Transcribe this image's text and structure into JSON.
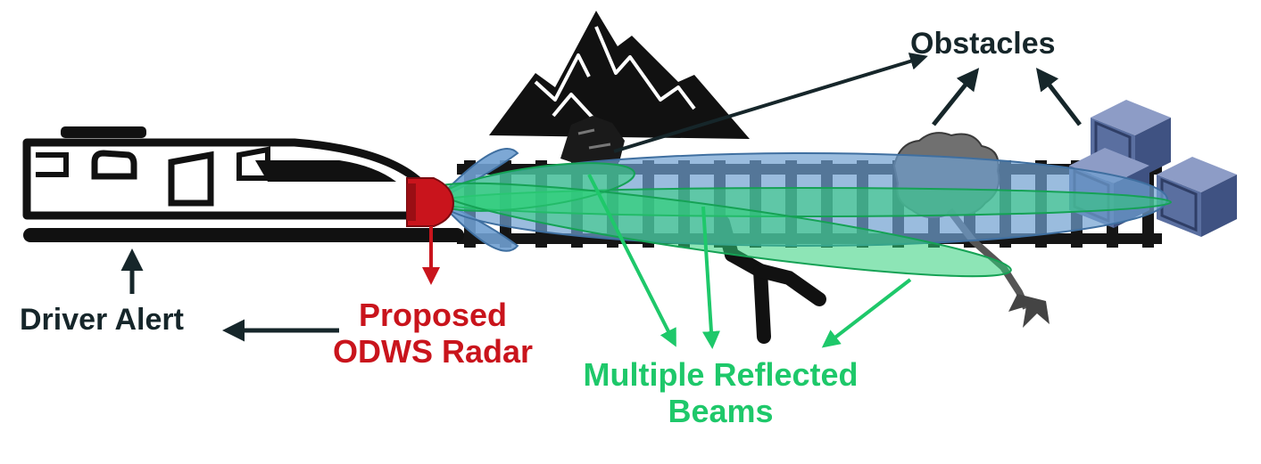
{
  "labels": {
    "obstacles": "Obstacles",
    "driver_alert": "Driver Alert",
    "radar_line1": "Proposed",
    "radar_line2": "ODWS Radar",
    "beams_line1": "Multiple Reflected",
    "beams_line2": "Beams"
  },
  "colors": {
    "radar": "#c9141c",
    "beams": "#1ec86a",
    "text_dark": "#16262a",
    "radar_lobe": "#6f9fd0",
    "crate": "#5a6fa0"
  },
  "icons": [
    "train-icon",
    "mountain-icon",
    "railway-track-icon",
    "tree-icon",
    "crate-icon",
    "rock-icon",
    "pedestrian-icon",
    "radar-icon"
  ]
}
